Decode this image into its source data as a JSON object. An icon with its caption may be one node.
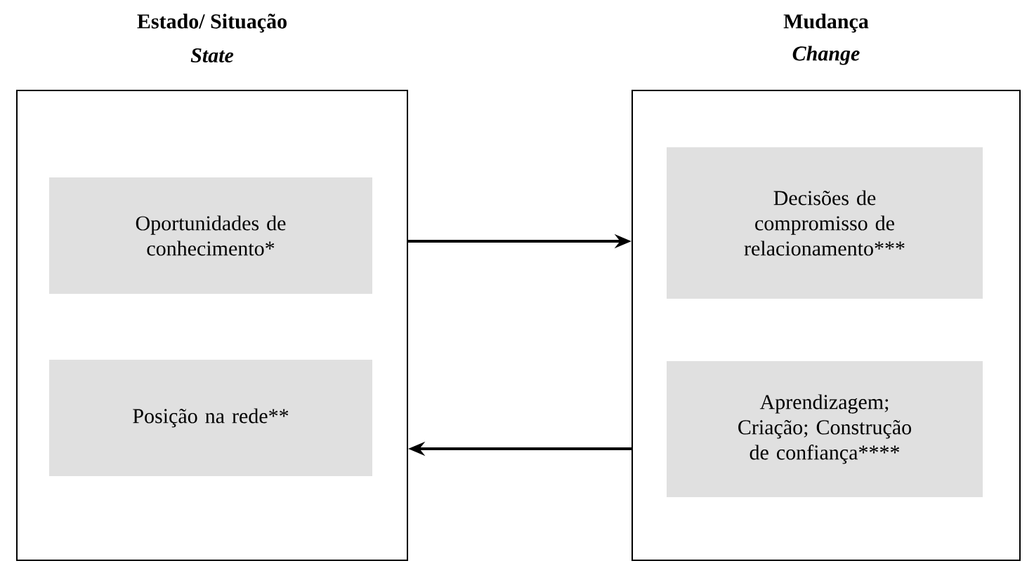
{
  "diagram": {
    "nodes": [
      {
        "text": [
          "Estado/ Situação",
          "State"
        ]
      },
      {
        "text": [
          "Oportunidades de conhecimento*"
        ],
        "in": 0
      },
      {
        "text": [
          "Posição na rede**"
        ],
        "in": 0
      },
      {
        "text": [
          "Mudança",
          "Change"
        ]
      },
      {
        "text": [
          "Decisões de compromisso de relacionamento***"
        ],
        "in": 3
      },
      {
        "text": [
          "Aprendizagem; Criação; Construção de confiança****"
        ],
        "in": 3
      }
    ],
    "edges": [
      {
        "from": 0,
        "to": 3,
        "arrow": "to"
      },
      {
        "from": 3,
        "to": 0,
        "arrow": "to"
      }
    ]
  }
}
